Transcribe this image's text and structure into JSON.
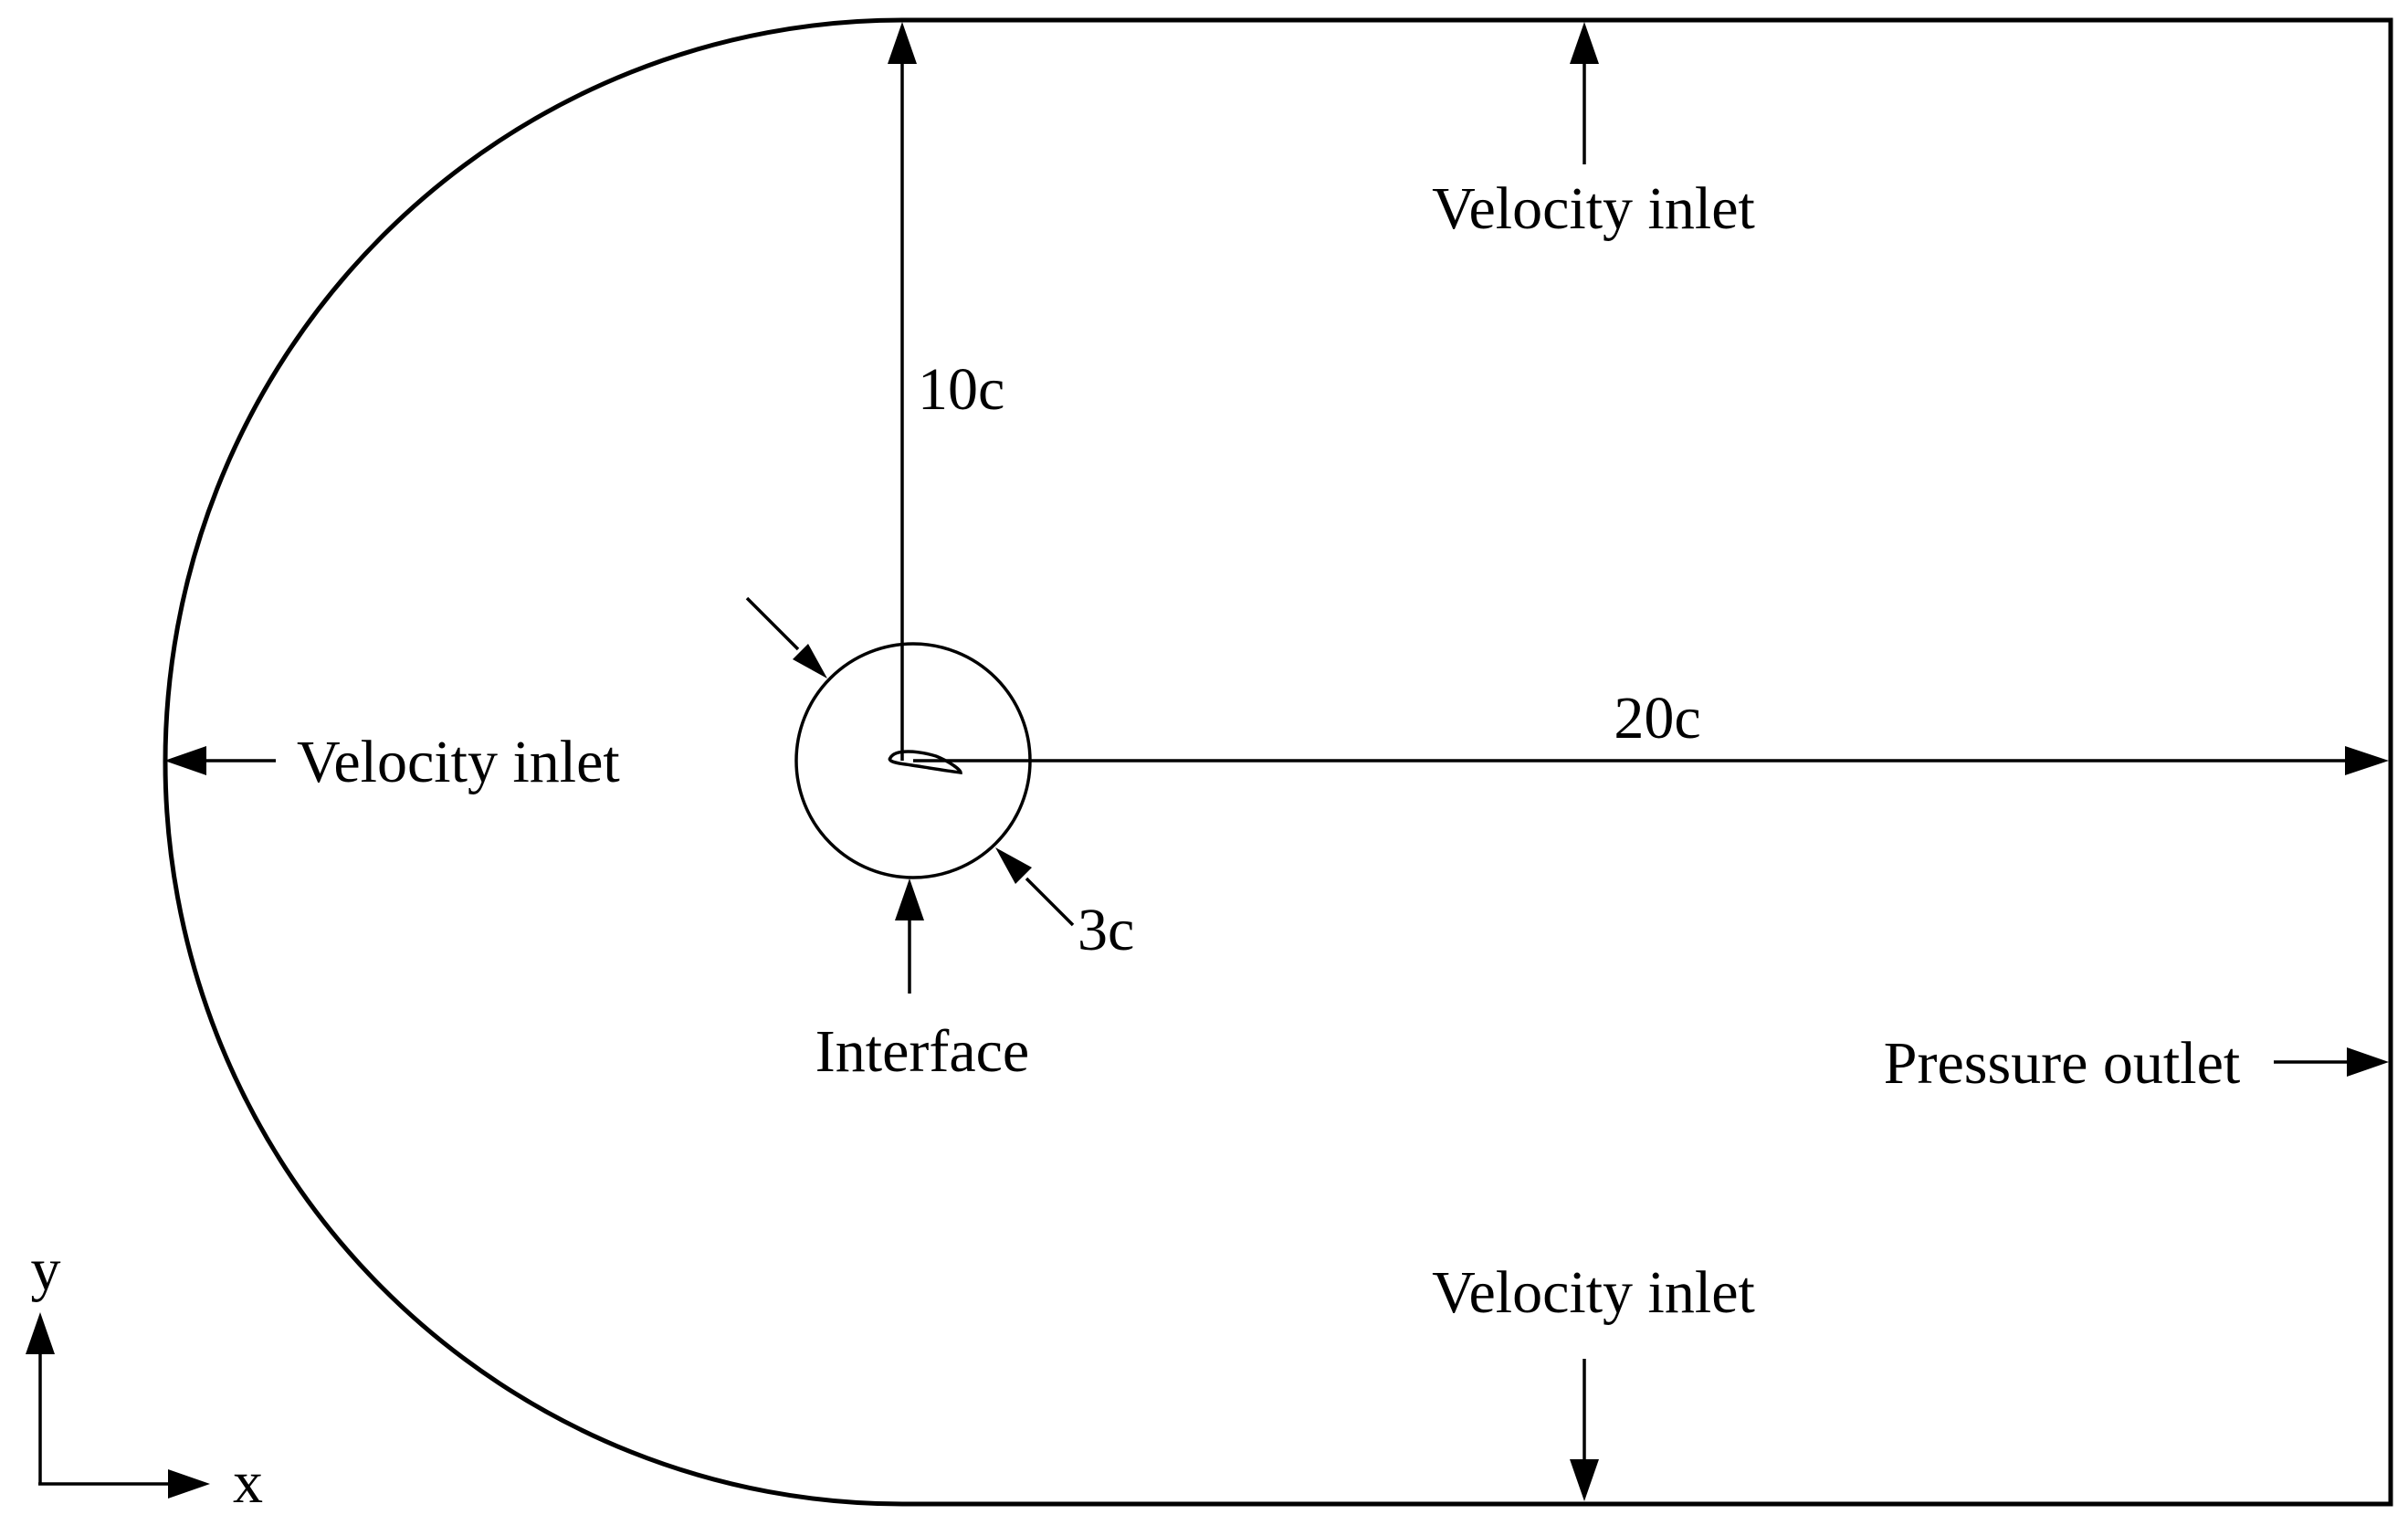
{
  "labels": {
    "velocity_inlet_top": "Velocity inlet",
    "velocity_inlet_left": "Velocity inlet",
    "velocity_inlet_bottom": "Velocity inlet",
    "pressure_outlet": "Pressure outlet",
    "interface": "Interface",
    "dim_vertical": "10c",
    "dim_horizontal": "20c",
    "dim_circle": "3c"
  },
  "axes": {
    "x_label": "x",
    "y_label": "y"
  },
  "colors": {
    "line": "#000000",
    "background": "#ffffff"
  }
}
